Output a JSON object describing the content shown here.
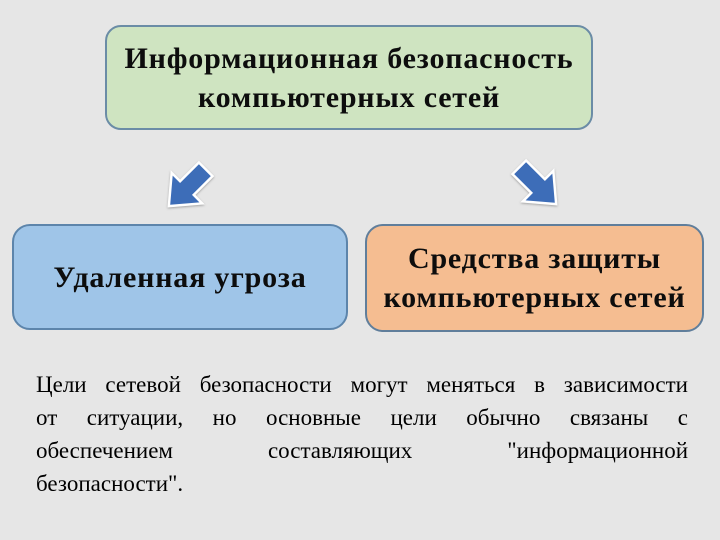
{
  "slide": {
    "background_color": "#e6e6e6"
  },
  "diagram": {
    "top_box": {
      "line1": "Информационная безопасность",
      "line2": "компьютерных сетей",
      "fill": "#cfe4c1",
      "border": "#6b8ca6"
    },
    "left_box": {
      "line1": "Удаленная угроза",
      "fill": "#9fc5e8",
      "border": "#5d85ab"
    },
    "right_box": {
      "line1": "Средства защиты",
      "line2": "компьютерных сетей",
      "fill": "#f5bd91",
      "border": "#607e9b"
    },
    "arrows": {
      "fill": "#3d6db8",
      "outline": "#ffffff",
      "left_arrow_direction": "down-left",
      "right_arrow_direction": "down-right"
    }
  },
  "paragraph": {
    "lines": [
      "Цели сетевой безопасности могут меняться в зависимости",
      "от ситуации, но основные цели обычно связаны с",
      "обеспечением составляющих \"информационной",
      "безопасности\"."
    ]
  }
}
